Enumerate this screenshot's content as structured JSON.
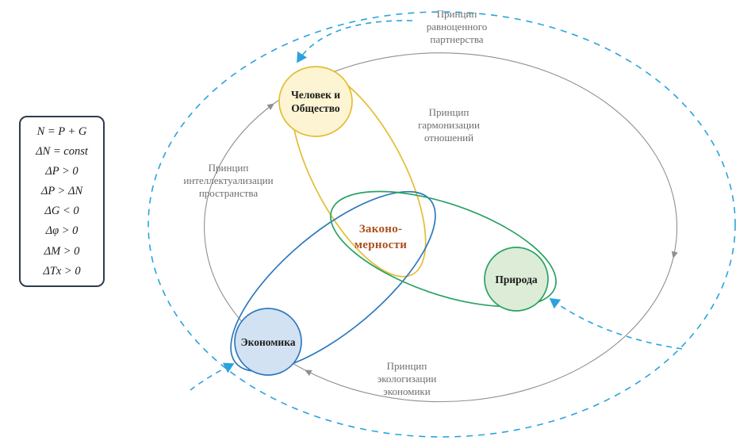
{
  "colors": {
    "accent_blue": "#2aa3dc",
    "gray_line": "#8f8f8f",
    "label_gray": "#6e6e6e",
    "society_yellow": "#e3bd33",
    "society_fill": "#fcf4d2",
    "economy_blue": "#2e79bd",
    "economy_fill": "#d3e2f2",
    "nature_green": "#2aa263",
    "nature_fill": "#dcecd6",
    "center_rust": "#ad4f1d",
    "formula_border": "#2e3c4d",
    "text_dark": "#1c1c1c"
  },
  "formula_box": {
    "lines": [
      "N = P + G",
      "ΔN = const",
      "ΔP > 0",
      "ΔP > ΔN",
      "ΔG < 0",
      "Δφ > 0",
      "ΔM > 0",
      "ΔTx > 0"
    ]
  },
  "nodes": {
    "society": {
      "lines": [
        "Человек и",
        "Общество"
      ]
    },
    "economy": {
      "label": "Экономика"
    },
    "nature": {
      "label": "Природа"
    }
  },
  "center": {
    "lines": [
      "Законо-",
      "мерности"
    ]
  },
  "principles": {
    "partnership": {
      "lines": [
        "Принцип",
        "равноценного",
        "партнерства"
      ]
    },
    "harmonization": {
      "lines": [
        "Принцип",
        "гармонизации",
        "отношений"
      ]
    },
    "intellectualization": {
      "lines": [
        "Принцип",
        "интеллектуализации",
        "пространства"
      ]
    },
    "ecologization": {
      "lines": [
        "Принцип",
        "экологизации",
        "экономики"
      ]
    }
  }
}
